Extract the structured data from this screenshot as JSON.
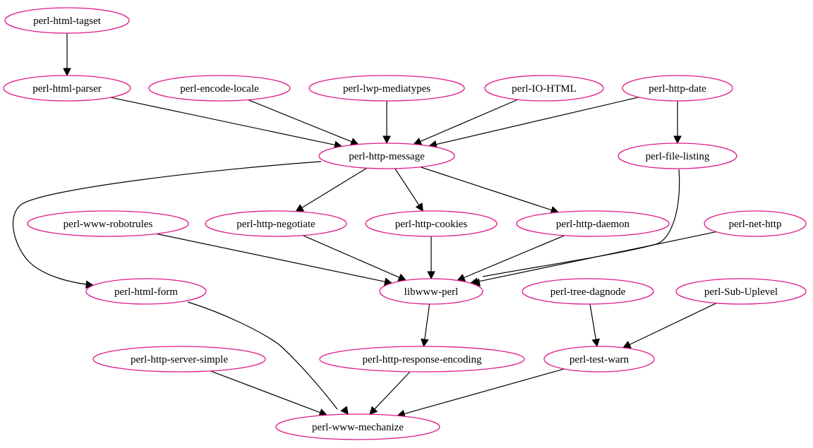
{
  "diagram": {
    "type": "dependency-graph",
    "node_color": "#e0198c",
    "edge_color": "#000000",
    "nodes": [
      {
        "id": "tagset",
        "label": "perl-html-tagset"
      },
      {
        "id": "parser",
        "label": "perl-html-parser"
      },
      {
        "id": "encode",
        "label": "perl-encode-locale"
      },
      {
        "id": "mediatypes",
        "label": "perl-lwp-mediatypes"
      },
      {
        "id": "iohtml",
        "label": "perl-IO-HTML"
      },
      {
        "id": "httpdate",
        "label": "perl-http-date"
      },
      {
        "id": "message",
        "label": "perl-http-message"
      },
      {
        "id": "filelisting",
        "label": "perl-file-listing"
      },
      {
        "id": "robotrules",
        "label": "perl-www-robotrules"
      },
      {
        "id": "negotiate",
        "label": "perl-http-negotiate"
      },
      {
        "id": "cookies",
        "label": "perl-http-cookies"
      },
      {
        "id": "daemon",
        "label": "perl-http-daemon"
      },
      {
        "id": "nethttp",
        "label": "perl-net-http"
      },
      {
        "id": "form",
        "label": "perl-html-form"
      },
      {
        "id": "libwww",
        "label": "libwww-perl"
      },
      {
        "id": "dagnode",
        "label": "perl-tree-dagnode"
      },
      {
        "id": "uplevel",
        "label": "perl-Sub-Uplevel"
      },
      {
        "id": "serversimple",
        "label": "perl-http-server-simple"
      },
      {
        "id": "responseenc",
        "label": "perl-http-response-encoding"
      },
      {
        "id": "testwarn",
        "label": "perl-test-warn"
      },
      {
        "id": "mechanize",
        "label": "perl-www-mechanize"
      }
    ],
    "edges": [
      {
        "from": "tagset",
        "to": "parser"
      },
      {
        "from": "parser",
        "to": "message"
      },
      {
        "from": "encode",
        "to": "message"
      },
      {
        "from": "mediatypes",
        "to": "message"
      },
      {
        "from": "iohtml",
        "to": "message"
      },
      {
        "from": "httpdate",
        "to": "message"
      },
      {
        "from": "httpdate",
        "to": "filelisting"
      },
      {
        "from": "message",
        "to": "form"
      },
      {
        "from": "message",
        "to": "negotiate"
      },
      {
        "from": "message",
        "to": "cookies"
      },
      {
        "from": "message",
        "to": "daemon"
      },
      {
        "from": "robotrules",
        "to": "libwww"
      },
      {
        "from": "negotiate",
        "to": "libwww"
      },
      {
        "from": "cookies",
        "to": "libwww"
      },
      {
        "from": "daemon",
        "to": "libwww"
      },
      {
        "from": "filelisting",
        "to": "libwww"
      },
      {
        "from": "nethttp",
        "to": "libwww"
      },
      {
        "from": "libwww",
        "to": "responseenc"
      },
      {
        "from": "form",
        "to": "mechanize"
      },
      {
        "from": "dagnode",
        "to": "testwarn"
      },
      {
        "from": "uplevel",
        "to": "testwarn"
      },
      {
        "from": "serversimple",
        "to": "mechanize"
      },
      {
        "from": "responseenc",
        "to": "mechanize"
      },
      {
        "from": "testwarn",
        "to": "mechanize"
      }
    ]
  }
}
